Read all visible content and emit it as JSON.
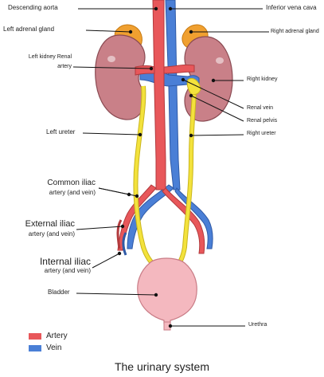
{
  "labels": {
    "descending_aorta": "Descending aorta",
    "inferior_vena_cava": "Inferior vena cava",
    "left_adrenal_gland": "Left adrenal gland",
    "right_adrenal_gland": "Right adrenal gland",
    "left_kidney_renal": "Left kidney Renal",
    "artery": "artery",
    "right_kidney": "Right kidney",
    "renal_vein": "Renal vein",
    "renal_pelvis": "Renal pelvis",
    "left_ureter": "Left ureter",
    "right_ureter": "Right ureter",
    "common_iliac": "Common iliac",
    "common_iliac_sub": "artery (and vein)",
    "external_iliac": "External iliac",
    "external_iliac_sub": "artery (and vein)",
    "internal_iliac": "Internal iliac",
    "internal_iliac_sub": "artery (and vein)",
    "bladder": "Bladder",
    "urethra": "Urethra"
  },
  "legend": {
    "artery": "Artery",
    "vein": "Vein"
  },
  "colors": {
    "artery": "#e8575a",
    "vein": "#4a7fd6",
    "adrenal": "#f0a030",
    "kidney": "#c98088",
    "ureter": "#f3e23c",
    "bladder": "#f4b8bf"
  },
  "caption": "The urinary system"
}
